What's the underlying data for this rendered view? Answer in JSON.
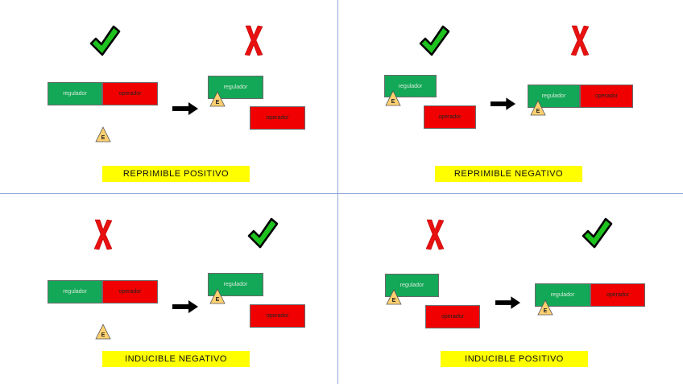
{
  "entities": {
    "regulator": "regulador",
    "operator": "operador",
    "effector": "E"
  },
  "quadrants": [
    {
      "id": "q1",
      "caption": "REPRIMIBLE POSITIVO",
      "left_mark": "check",
      "right_mark": "cross"
    },
    {
      "id": "q2",
      "caption": "REPRIMIBLE NEGATIVO",
      "left_mark": "check",
      "right_mark": "cross"
    },
    {
      "id": "q3",
      "caption": "INDUCIBLE NEGATIVO",
      "left_mark": "cross",
      "right_mark": "check"
    },
    {
      "id": "q4",
      "caption": "INDUCIBLE POSITIVO",
      "left_mark": "cross",
      "right_mark": "check"
    }
  ],
  "colors": {
    "regulator_box": "#12a857",
    "operator_box": "#f00000",
    "caption_bg": "#ffff00",
    "check_fill": "#1ec21e",
    "cross_fill": "#e81010",
    "triangle_fill": "#ffd070",
    "divider": "#8fa8d8"
  }
}
